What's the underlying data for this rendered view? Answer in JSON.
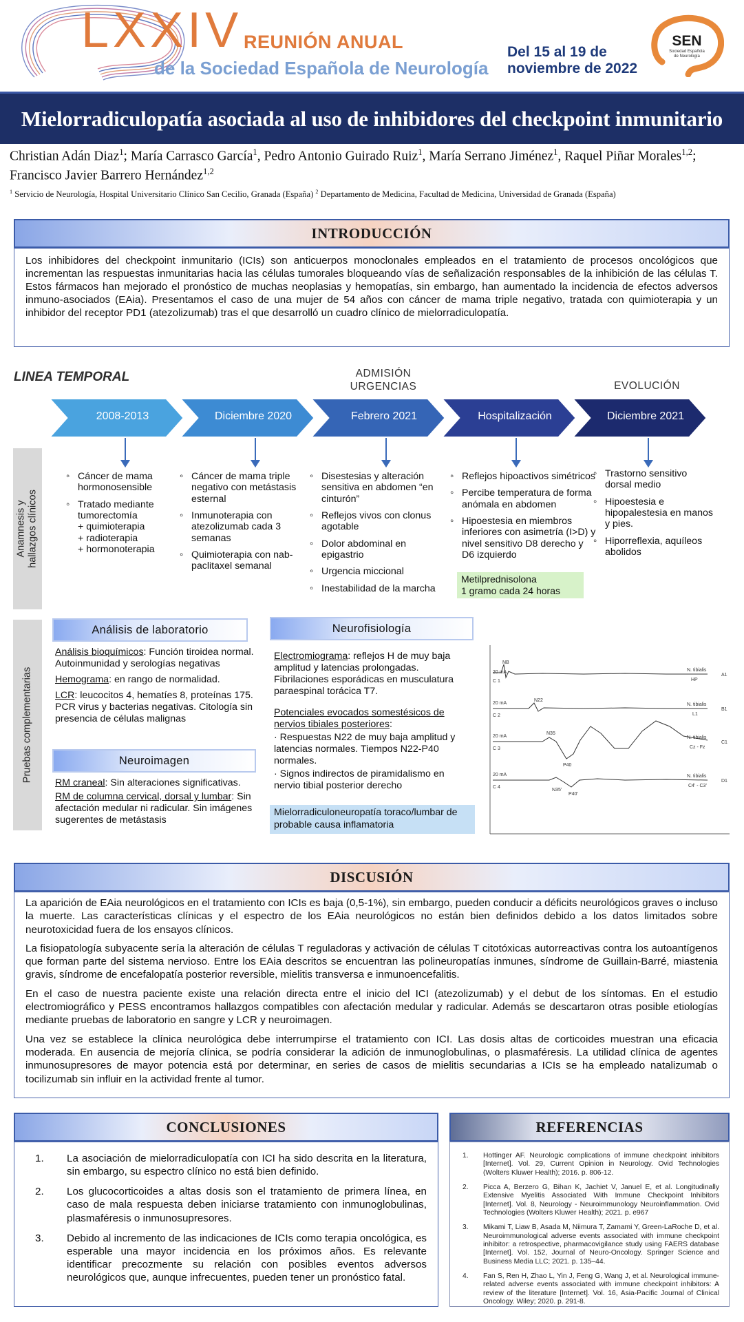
{
  "header": {
    "congress_number": "LXXIV",
    "congress_name": "REUNIÓN ANUAL",
    "society": "de la Sociedad Española de Neurología",
    "dates_line1": "Del 15 al 19 de",
    "dates_line2": "noviembre de 2022",
    "logo_text": "SEN",
    "logo_subtitle_1": "Sociedad Española",
    "logo_subtitle_2": "de Neurología"
  },
  "title": "Mielorradiculopatía asociada al uso de inhibidores del checkpoint inmunitario",
  "authors": {
    "a1": "Christian Adán Diaz",
    "a1_sup": "1",
    "a2": "; María Carrasco García",
    "a2_sup": "1",
    "a3": ", Pedro Antonio Guirado Ruiz",
    "a3_sup": "1",
    "a4": ", María Serrano Jiménez",
    "a4_sup": "1",
    "a5": ", Raquel Piñar Morales",
    "a5_sup": "1,2",
    "a6": "; Francisco Javier Barrero Hernández",
    "a6_sup": "1,2",
    "affil_sup1": "1",
    "affil1": " Servicio de Neurología, Hospital Universitario Clínico San Cecilio, Granada (España) ",
    "affil_sup2": "2",
    "affil2": " Departamento de Medicina, Facultad de Medicina, Universidad de Granada (España)"
  },
  "introduccion": {
    "heading": "INTRODUCCIÓN",
    "text": "Los inhibidores del checkpoint inmunitario (ICIs) son anticuerpos monoclonales empleados en el tratamiento de procesos oncológicos que incrementan las respuestas inmunitarias hacia las células tumorales bloqueando vías de señalización responsables de la inhibición de las células T. Estos fármacos han mejorado el pronóstico de muchas neoplasias y hemopatías, sin embargo, han aumentado la incidencia de efectos adversos inmuno-asociados (EAia). Presentamos el caso de una mujer de 54 años con cáncer de mama triple negativo, tratada con quimioterapia y un inhibidor del receptor PD1 (atezolizumab) tras el que desarrolló un cuadro clínico de mielorradiculopatía."
  },
  "timeline": {
    "heading": "LINEA TEMPORAL",
    "phase_admision_1": "ADMISIÓN",
    "phase_admision_2": "URGENCIAS",
    "phase_evolucion": "EVOLUCIÓN",
    "steps": [
      "2008-2013",
      "Diciembre 2020",
      "Febrero 2021",
      "Hospitalización",
      "Diciembre 2021"
    ],
    "colors": [
      "#4aa3df",
      "#3d8bd3",
      "#3565b6",
      "#2b3f94",
      "#1c2a6e"
    ],
    "side_label_1": "Anamnesis y",
    "side_label_2": "hallazgos clínicos",
    "col1": [
      "Cáncer de mama hormonosensible",
      "Tratado mediante tumorectomía\n+ quimioterapia\n+ radioterapia\n+ hormonoterapia"
    ],
    "col2": [
      "Cáncer de mama triple negativo con metástasis esternal",
      "Inmunoterapia con atezolizumab cada 3 semanas",
      "Quimioterapia con nab-paclitaxel semanal"
    ],
    "col3": [
      "Disestesias y alteración sensitiva en abdomen “en cinturón”",
      "Reflejos vivos con clonus agotable",
      "Dolor abdominal en epigastrio",
      "Urgencia miccional",
      "Inestabilidad de la marcha"
    ],
    "col4": [
      "Reflejos hipoactivos simétricos",
      "Percibe temperatura de forma anómala en abdomen",
      "Hipoestesia en miembros inferiores con asimetría (I>D) y nivel sensitivo D8 derecho y D6 izquierdo"
    ],
    "col4_note_1": "Metilprednisolona",
    "col4_note_2": "1 gramo cada 24 horas",
    "col5": [
      "Trastorno sensitivo dorsal medio",
      "Hipoestesia e hipopalestesia en manos y pies.",
      "Hiporreflexia, aquíleos abolidos"
    ]
  },
  "pruebas": {
    "side_label": "Pruebas complementarias",
    "lab_heading": "Análisis de laboratorio",
    "bioq_label": "Análisis bioquímicos",
    "bioq_text": ": Función tiroidea normal. Autoinmunidad y serologías negativas",
    "hemo_label": "Hemograma",
    "hemo_text": ": en rango de normalidad.",
    "lcr_label": "LCR",
    "lcr_text": ": leucocitos 4, hematíes 8, proteínas 175. PCR virus y bacterias negativas. Citología sin presencia de células malignas",
    "neuroimagen_heading": "Neuroimagen",
    "rm_craneal_label": "RM craneal",
    "rm_craneal_text": ": Sin alteraciones significativas.",
    "rm_columna_label": "RM de columna cervical, dorsal y lumbar",
    "rm_columna_text": ": Sin afectación medular ni radicular. Sin imágenes sugerentes de metástasis",
    "neurofis_heading": "Neurofisiología",
    "emg_label": "Electromiograma",
    "emg_text": ": reflejos H de muy baja amplitud y latencias prolongadas. Fibrilaciones esporádicas en musculatura paraespinal torácica T7.",
    "pess_label": "Potenciales evocados somestésicos de nervios tibiales posteriores",
    "pess_label_end": ":",
    "pess_1": "· Respuestas N22 de muy baja amplitud y latencias normales. Tiempos N22-P40 normales.",
    "pess_2": "· Signos indirectos de piramidalismo en nervio tibial posterior derecho",
    "conclusion_note": "Mielorradiculoneuropatía toraco/lumbar de probable causa inflamatoria",
    "traces": [
      {
        "amp": "20 mA",
        "chan": "C 1",
        "peak": "NB",
        "nerve": "N. tibialis",
        "lead": "HP",
        "row": "A1"
      },
      {
        "amp": "20 mA",
        "chan": "C 2",
        "peak": "N22",
        "nerve": "N. tibialis",
        "lead": "L1",
        "row": "B1"
      },
      {
        "amp": "20 mA",
        "chan": "C 3",
        "peak": "N35",
        "peak2": "P40",
        "nerve": "N. tibialis",
        "lead": "Cz - Fz",
        "row": "C1"
      },
      {
        "amp": "20 mA",
        "chan": "C 4",
        "peak": "N35'",
        "peak2": "P40'",
        "nerve": "N. tibialis",
        "lead": "C4' - C3'",
        "row": "D1"
      }
    ]
  },
  "discusion": {
    "heading": "DISCUSIÓN",
    "paragraphs": [
      "La aparición de EAia neurológicos en el tratamiento con ICIs es baja (0,5-1%), sin embargo, pueden conducir a déficits neurológicos graves o incluso la muerte. Las características clínicas y el espectro de los EAia neurológicos no están bien definidos debido a los datos limitados sobre neurotoxicidad fuera de los ensayos clínicos.",
      "La fisiopatología subyacente sería la alteración de células T reguladoras y activación de células T citotóxicas autorreactivas contra los autoantígenos que forman parte del sistema nervioso. Entre los EAia descritos se encuentran las polineuropatías inmunes, síndrome de Guillain-Barré, miastenia gravis, síndrome de encefalopatía posterior reversible, mielitis transversa e inmunoencefalitis.",
      "En el caso de nuestra paciente existe una relación directa entre el inicio del ICI (atezolizumab) y el debut de los síntomas. En el estudio electromiográfico y PESS encontramos hallazgos compatibles con afectación medular y radicular. Además se descartaron otras posible etiologías mediante pruebas de laboratorio en sangre y LCR y neuroimagen.",
      "Una vez se establece la clínica neurológica debe interrumpirse el tratamiento con ICI. Las dosis altas de corticoides muestran una eficacia moderada. En ausencia de mejoría clínica, se podría considerar la adición de inmunoglobulinas, o plasmaféresis. La utilidad clínica de agentes inmunosupresores de mayor potencia está por determinar, en series de casos de mielitis secundarias a ICIs se ha empleado natalizumab o tocilizumab sin influir en la actividad frente al tumor."
    ]
  },
  "conclusiones": {
    "heading": "CONCLUSIONES",
    "items": [
      {
        "num": "1.",
        "text": "La asociación de mielorradiculopatía con ICI ha sido descrita en la literatura, sin embargo, su espectro clínico no está bien definido."
      },
      {
        "num": "2.",
        "text": "Los glucocorticoides a altas dosis son el tratamiento de primera línea, en caso de mala respuesta deben iniciarse tratamiento con inmunoglobulinas, plasmaféresis o inmunosupresores."
      },
      {
        "num": "3.",
        "text": "Debido al incremento de las indicaciones de ICIs como terapia oncológica, es esperable una mayor incidencia en los próximos años. Es relevante identificar precozmente su relación con posibles eventos adversos neurológicos que, aunque infrecuentes, pueden tener un pronóstico fatal."
      }
    ]
  },
  "referencias": {
    "heading": "REFERENCIAS",
    "items": [
      {
        "num": "1.",
        "text": "Hottinger AF. Neurologic complications of immune checkpoint inhibitors [Internet]. Vol. 29, Current Opinion in Neurology. Ovid Technologies (Wolters Kluwer Health); 2016. p. 806-12."
      },
      {
        "num": "2.",
        "text": "Picca A, Berzero G, Bihan K, Jachiet V, Januel E, et al. Longitudinally Extensive Myelitis Associated With Immune Checkpoint Inhibitors [Internet]. Vol. 8, Neurology - Neuroimmunology Neuroinflammation. Ovid Technologies (Wolters Kluwer Health); 2021. p. e967"
      },
      {
        "num": "3.",
        "text": "Mikami T, Liaw B, Asada M, Niimura T, Zamami Y, Green-LaRoche D, et al. Neuroimmunological adverse events associated with immune checkpoint inhibitor: a retrospective, pharmacovigilance study using FAERS database [Internet]. Vol. 152, Journal of Neuro-Oncology. Springer Science and Business Media LLC; 2021. p. 135–44."
      },
      {
        "num": "4.",
        "text": "Fan S, Ren H, Zhao L, Yin J, Feng G, Wang J, et al. Neurological immune-related adverse events associated with immune checkpoint inhibitors: A review of the literature [Internet]. Vol. 16, Asia-Pacific Journal of Clinical Oncology. Wiley; 2020. p. 291-8."
      }
    ]
  },
  "colors": {
    "title_bar": "#1d2f66",
    "accent_orange": "#e07a3c",
    "accent_blue": "#7a9fd2",
    "border_blue": "#4c66ad"
  }
}
